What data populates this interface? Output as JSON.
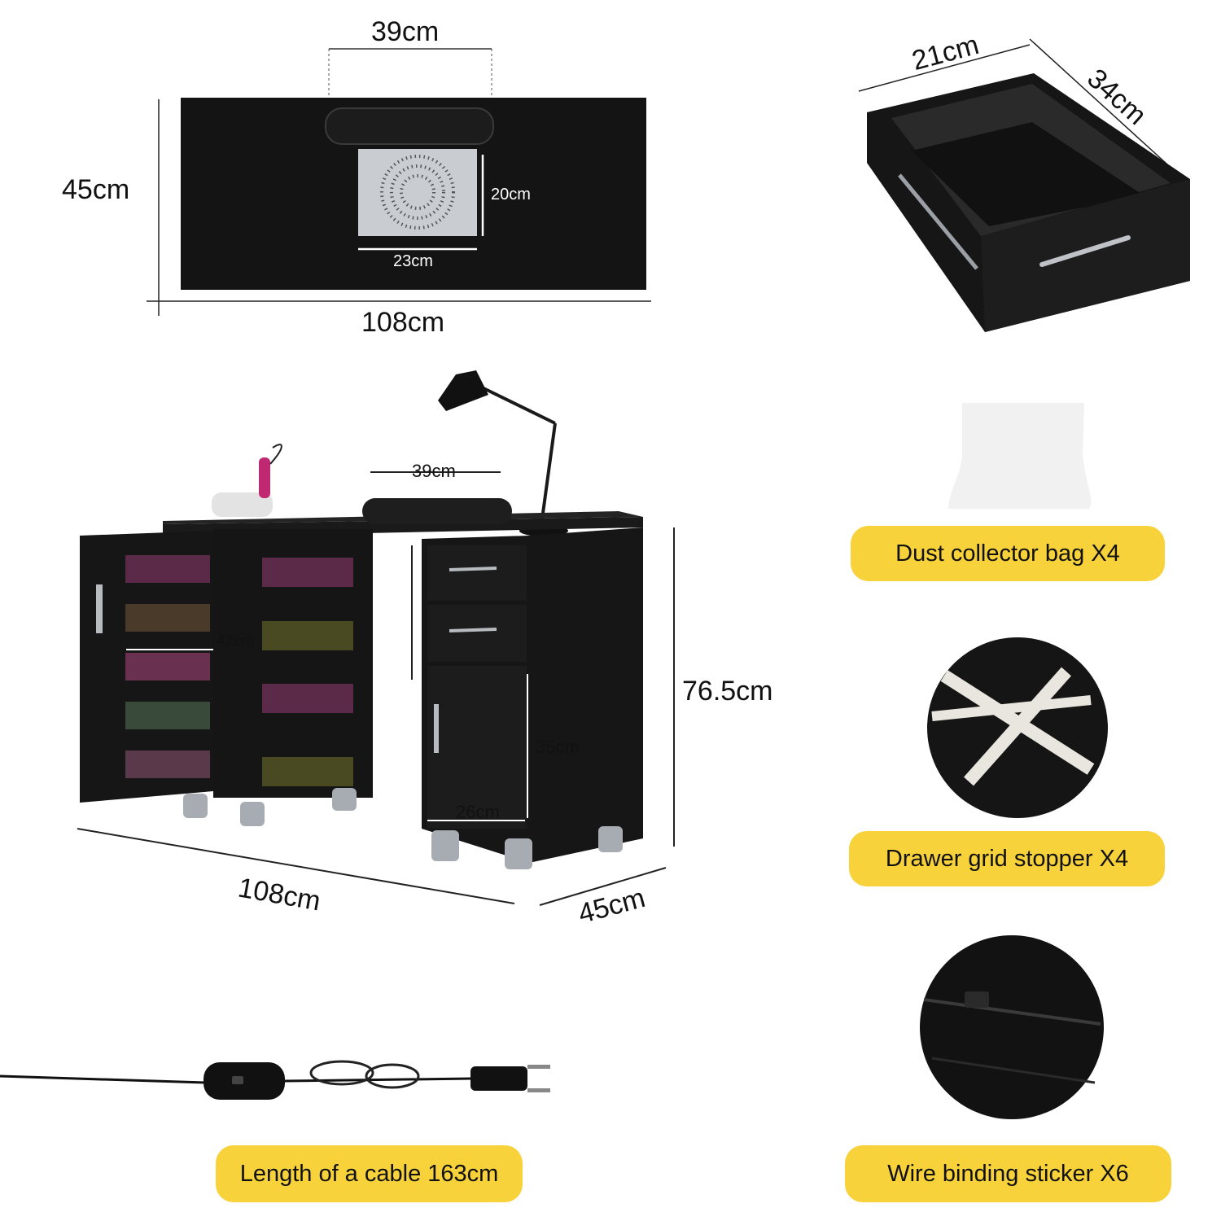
{
  "top_view": {
    "width_label": "108cm",
    "depth_label": "45cm",
    "armrest_label": "39cm",
    "fan_height_label": "20cm",
    "fan_width_label": "23cm"
  },
  "drawer_view": {
    "width_label": "21cm",
    "depth_label": "34cm"
  },
  "main_view": {
    "armrest_label": "39cm",
    "shelf_depth_label": "42cm",
    "height_label": "76.5cm",
    "cabinet_height_label": "35cm",
    "cabinet_width_label": "26cm",
    "length_label": "108cm",
    "depth_label": "45cm"
  },
  "accessories": {
    "dust_bag": "Dust collector bag   X4",
    "grid_stopper": "Drawer grid stopper   X4",
    "wire_sticker": "Wire binding sticker   X6",
    "cable": "Length of a cable 163cm"
  },
  "colors": {
    "desk": "#141414",
    "accent_yellow": "#f7d23a",
    "fan_panel": "#c9ccd1"
  }
}
